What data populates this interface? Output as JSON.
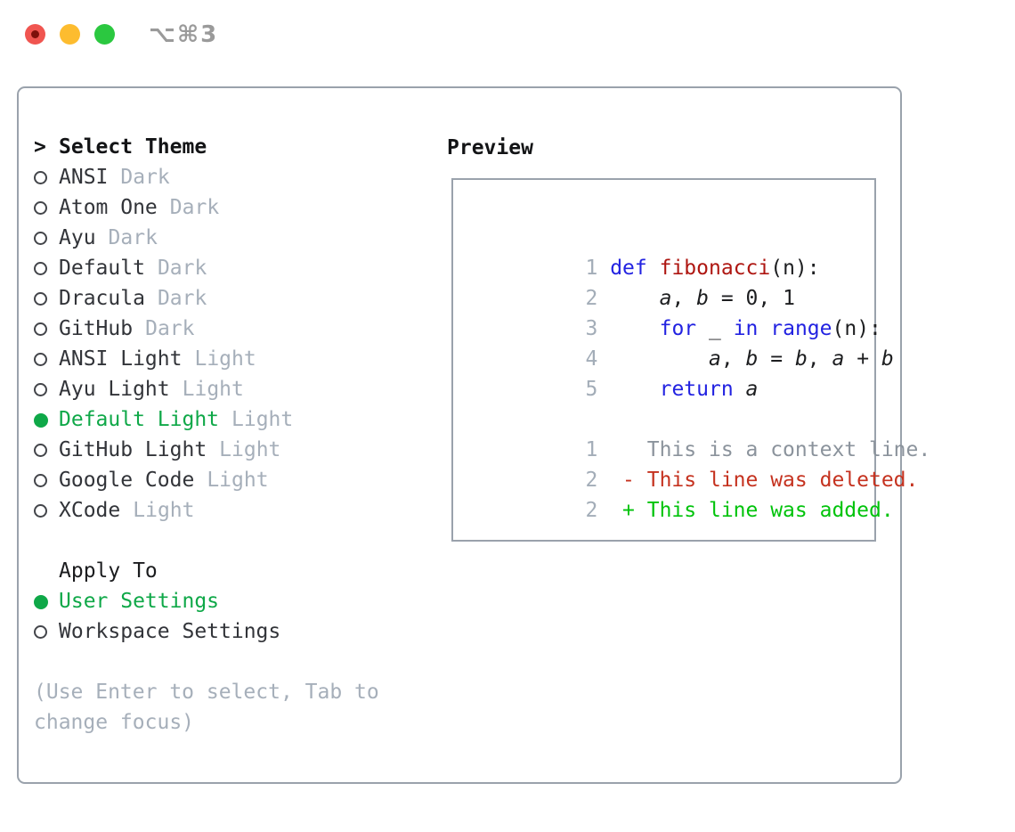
{
  "window": {
    "title": "⌥⌘3",
    "traffic_lights": [
      "close",
      "minimize",
      "zoom"
    ]
  },
  "colors": {
    "ui_selected_green": "#0fa848",
    "diff_added_green": "#00c30b",
    "diff_deleted_red": "#c5321f",
    "keyword_blue": "#2222e1",
    "function_red": "#ae1611",
    "muted_gray": "#a6afba",
    "border_gray": "#9aa2ac"
  },
  "sidebar": {
    "header": {
      "cursor": ">",
      "label": "Select Theme"
    },
    "items": [
      {
        "name": "ANSI",
        "variant": "Dark",
        "selected": false
      },
      {
        "name": "Atom One",
        "variant": "Dark",
        "selected": false
      },
      {
        "name": "Ayu",
        "variant": "Dark",
        "selected": false
      },
      {
        "name": "Default",
        "variant": "Dark",
        "selected": false
      },
      {
        "name": "Dracula",
        "variant": "Dark",
        "selected": false
      },
      {
        "name": "GitHub",
        "variant": "Dark",
        "selected": false
      },
      {
        "name": "ANSI Light",
        "variant": "Light",
        "selected": false
      },
      {
        "name": "Ayu Light",
        "variant": "Light",
        "selected": false
      },
      {
        "name": "Default Light",
        "variant": "Light",
        "selected": true
      },
      {
        "name": "GitHub Light",
        "variant": "Light",
        "selected": false
      },
      {
        "name": "Google Code",
        "variant": "Light",
        "selected": false
      },
      {
        "name": "XCode",
        "variant": "Light",
        "selected": false
      }
    ],
    "apply_to": {
      "label": "Apply To",
      "options": [
        {
          "label": "User Settings",
          "selected": true
        },
        {
          "label": "Workspace Settings",
          "selected": false
        }
      ]
    },
    "hint_line1": "(Use Enter to select, Tab to",
    "hint_line2": "change focus)"
  },
  "preview": {
    "label": "Preview",
    "code_lines": [
      {
        "num": "1",
        "tokens": [
          {
            "text": " ",
            "cls": "plain"
          },
          {
            "text": "def",
            "cls": "kw"
          },
          {
            "text": " ",
            "cls": "plain"
          },
          {
            "text": "fibonacci",
            "cls": "fn"
          },
          {
            "text": "(n):",
            "cls": "plain"
          }
        ]
      },
      {
        "num": "2",
        "tokens": [
          {
            "text": "     ",
            "cls": "plain"
          },
          {
            "text": "a",
            "cls": "var"
          },
          {
            "text": ", ",
            "cls": "plain"
          },
          {
            "text": "b",
            "cls": "var"
          },
          {
            "text": " = 0, 1",
            "cls": "plain"
          }
        ]
      },
      {
        "num": "3",
        "tokens": [
          {
            "text": "     ",
            "cls": "plain"
          },
          {
            "text": "for",
            "cls": "kw"
          },
          {
            "text": " _ ",
            "cls": "plain"
          },
          {
            "text": "in",
            "cls": "kw"
          },
          {
            "text": " ",
            "cls": "plain"
          },
          {
            "text": "range",
            "cls": "kw"
          },
          {
            "text": "(n):",
            "cls": "plain"
          }
        ]
      },
      {
        "num": "4",
        "tokens": [
          {
            "text": "         ",
            "cls": "plain"
          },
          {
            "text": "a",
            "cls": "var"
          },
          {
            "text": ", ",
            "cls": "plain"
          },
          {
            "text": "b",
            "cls": "var"
          },
          {
            "text": " = ",
            "cls": "plain"
          },
          {
            "text": "b",
            "cls": "var"
          },
          {
            "text": ", ",
            "cls": "plain"
          },
          {
            "text": "a",
            "cls": "var"
          },
          {
            "text": " + ",
            "cls": "plain"
          },
          {
            "text": "b",
            "cls": "var"
          }
        ]
      },
      {
        "num": "5",
        "tokens": [
          {
            "text": "     ",
            "cls": "plain"
          },
          {
            "text": "return",
            "cls": "kw"
          },
          {
            "text": " ",
            "cls": "plain"
          },
          {
            "text": "a",
            "cls": "var"
          }
        ]
      }
    ],
    "diff_lines": [
      {
        "num": "1",
        "tokens": [
          {
            "text": "    This is a context line.",
            "cls": "ctx"
          }
        ]
      },
      {
        "num": "2",
        "tokens": [
          {
            "text": "  - This line was deleted.",
            "cls": "del"
          }
        ]
      },
      {
        "num": "2",
        "tokens": [
          {
            "text": "  + This line was added.",
            "cls": "add"
          }
        ]
      }
    ]
  }
}
